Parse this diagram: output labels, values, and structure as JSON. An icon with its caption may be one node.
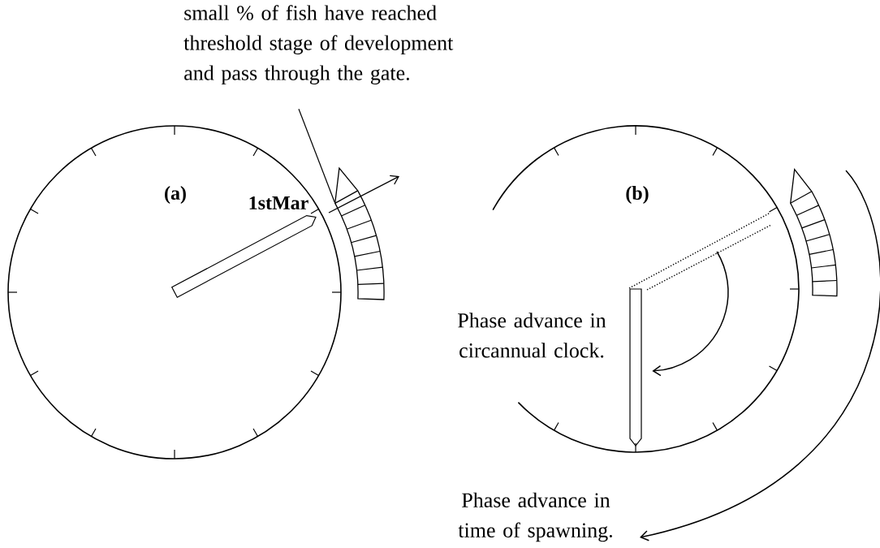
{
  "diagram": {
    "nodes": [
      {
        "text": [
          "small % of fish have reached threshold stage of development and pass through the gate."
        ]
      },
      {
        "text": [
          "(a)",
          "1stMar"
        ]
      },
      {
        "text": [],
        "shape": "bar"
      },
      {
        "text": [
          "(b)"
        ]
      },
      {
        "text": [],
        "shape": "bar"
      }
    ],
    "edges": [
      {
        "from": 0,
        "to": 2,
        "arrow": "none"
      }
    ],
    "labels": [
      "Phase advance in circannual clock.",
      "Phase advance in time of spawning."
    ]
  }
}
